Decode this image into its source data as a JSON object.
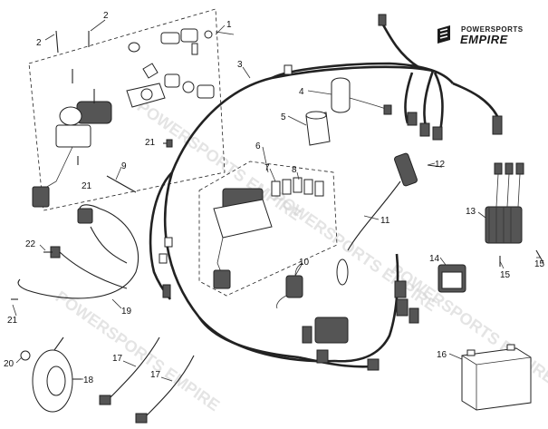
{
  "brand": {
    "line1": "POWERSPORTS",
    "line2": "EMPIRE",
    "logo_icon": "empire-shield-icon"
  },
  "watermark": {
    "text": "POWERSPORTS EMPIRE"
  },
  "callouts": [
    {
      "id": "c2a",
      "label": "2"
    },
    {
      "id": "c2b",
      "label": "2"
    },
    {
      "id": "c1",
      "label": "1"
    },
    {
      "id": "c3",
      "label": "3"
    },
    {
      "id": "c4",
      "label": "4"
    },
    {
      "id": "c5",
      "label": "5"
    },
    {
      "id": "c6",
      "label": "6"
    },
    {
      "id": "c7",
      "label": "7"
    },
    {
      "id": "c8",
      "label": "8"
    },
    {
      "id": "c9",
      "label": "9"
    },
    {
      "id": "c10",
      "label": "10"
    },
    {
      "id": "c11",
      "label": "11"
    },
    {
      "id": "c12",
      "label": "12"
    },
    {
      "id": "c13",
      "label": "13"
    },
    {
      "id": "c14",
      "label": "14"
    },
    {
      "id": "c15a",
      "label": "15"
    },
    {
      "id": "c15b",
      "label": "15"
    },
    {
      "id": "c16",
      "label": "16"
    },
    {
      "id": "c17a",
      "label": "17"
    },
    {
      "id": "c17b",
      "label": "17"
    },
    {
      "id": "c18",
      "label": "18"
    },
    {
      "id": "c19",
      "label": "19"
    },
    {
      "id": "c20",
      "label": "20"
    },
    {
      "id": "c21a",
      "label": "21"
    },
    {
      "id": "c21b",
      "label": "21"
    },
    {
      "id": "c21c",
      "label": "21"
    },
    {
      "id": "c22",
      "label": "22"
    }
  ]
}
